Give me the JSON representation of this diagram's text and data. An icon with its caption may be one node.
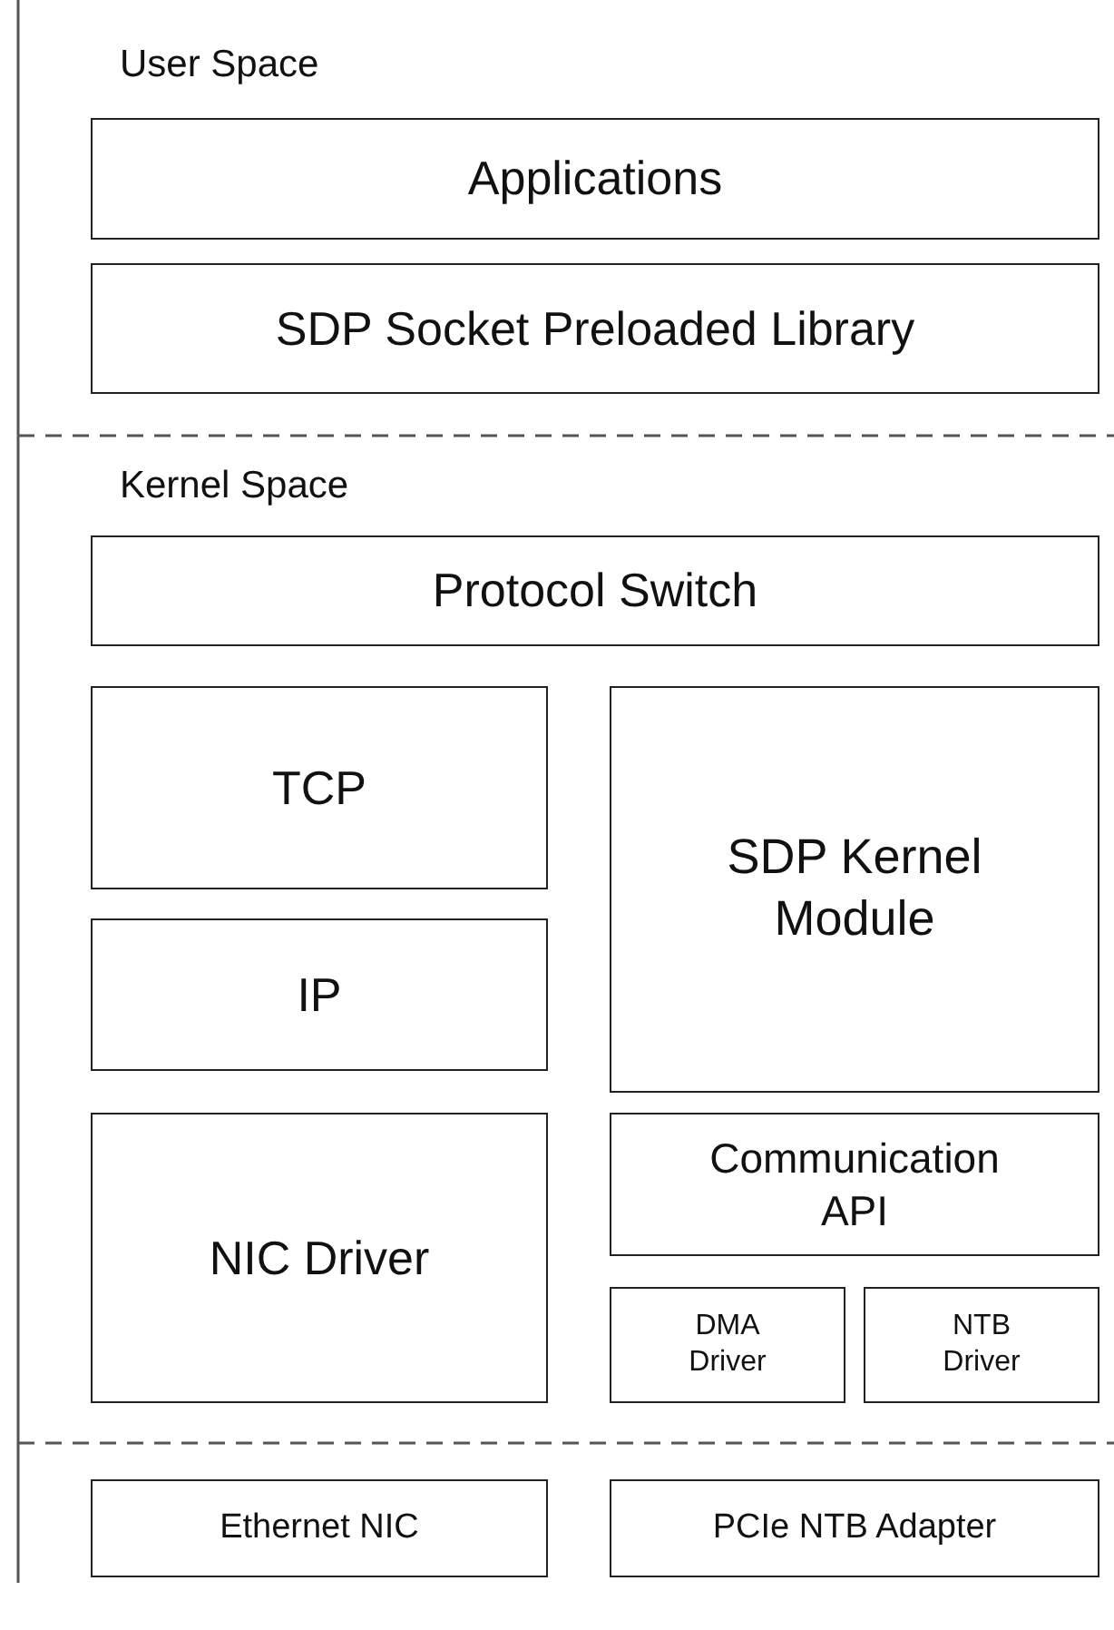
{
  "diagram": {
    "nodes": [
      {
        "text": [
          "Applications"
        ]
      },
      {
        "text": [
          "SDP Socket Preloaded Library"
        ]
      },
      {
        "text": [
          "Protocol Switch"
        ]
      },
      {
        "text": [
          "TCP"
        ]
      },
      {
        "text": [
          "IP"
        ]
      },
      {
        "text": [
          "NIC Driver"
        ]
      },
      {
        "text": [
          "SDP Kernel Module"
        ]
      },
      {
        "text": [
          "Communication API"
        ]
      },
      {
        "text": [
          "DMA Driver"
        ]
      },
      {
        "text": [
          "NTB Driver"
        ]
      },
      {
        "text": [
          "Ethernet NIC"
        ]
      },
      {
        "text": [
          "PCIe NTB Adapter"
        ]
      }
    ],
    "labels": [
      "User Space",
      "Kernel Space"
    ]
  }
}
